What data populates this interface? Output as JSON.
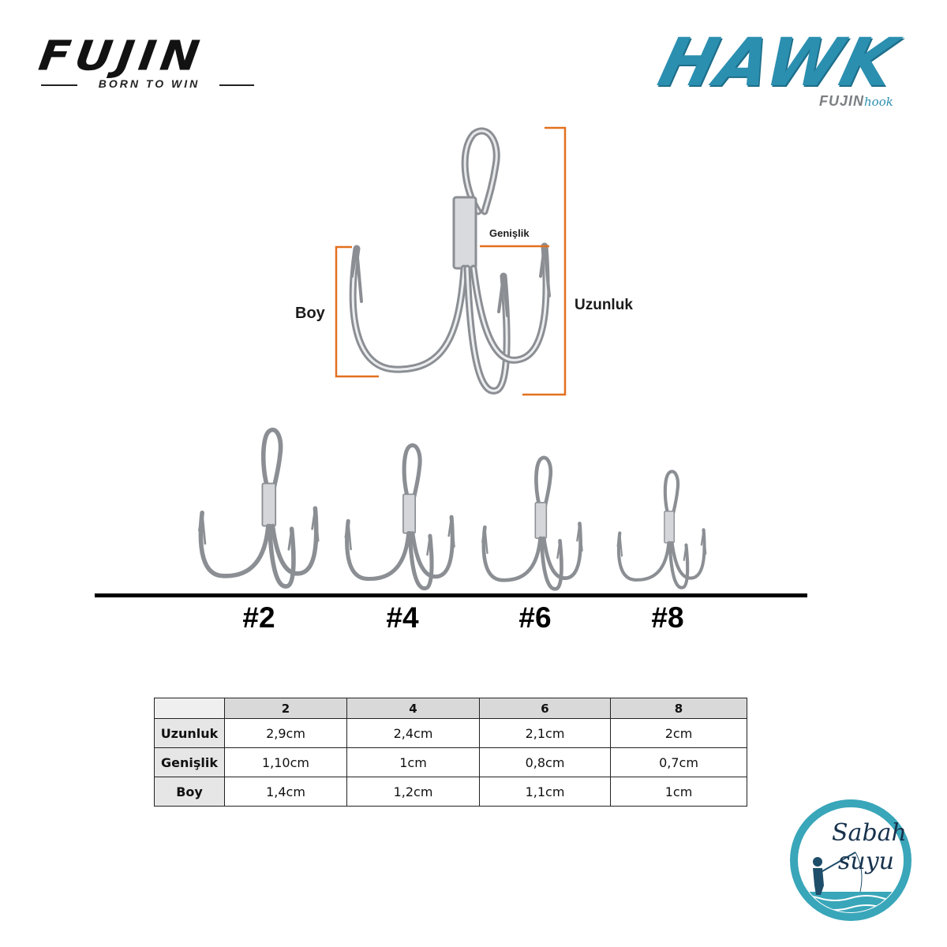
{
  "brand_left": {
    "name": "FUJIN",
    "tagline": "BORN TO WIN"
  },
  "brand_right": {
    "name": "HAWK",
    "sub_brand_a": "FUJIN",
    "sub_brand_b": "hook",
    "color": "#2b8fb0"
  },
  "diagram": {
    "labels": {
      "boy": "Boy",
      "uzunluk": "Uzunluk",
      "genislik": "Genişlik"
    },
    "dimension_line_color": "#e2701f"
  },
  "sizes": [
    "#2",
    "#4",
    "#6",
    "#8"
  ],
  "table": {
    "columns": [
      "2",
      "4",
      "6",
      "8"
    ],
    "rows": [
      {
        "label": "Uzunluk",
        "values": [
          "2,9cm",
          "2,4cm",
          "2,1cm",
          "2cm"
        ]
      },
      {
        "label": "Genişlik",
        "values": [
          "1,10cm",
          "1cm",
          "0,8cm",
          "0,7cm"
        ]
      },
      {
        "label": "Boy",
        "values": [
          "1,4cm",
          "1,2cm",
          "1,1cm",
          "1cm"
        ]
      }
    ]
  },
  "shop_logo": {
    "line1": "Sabah",
    "line2": "suyu",
    "ring_color": "#39a6b9"
  }
}
